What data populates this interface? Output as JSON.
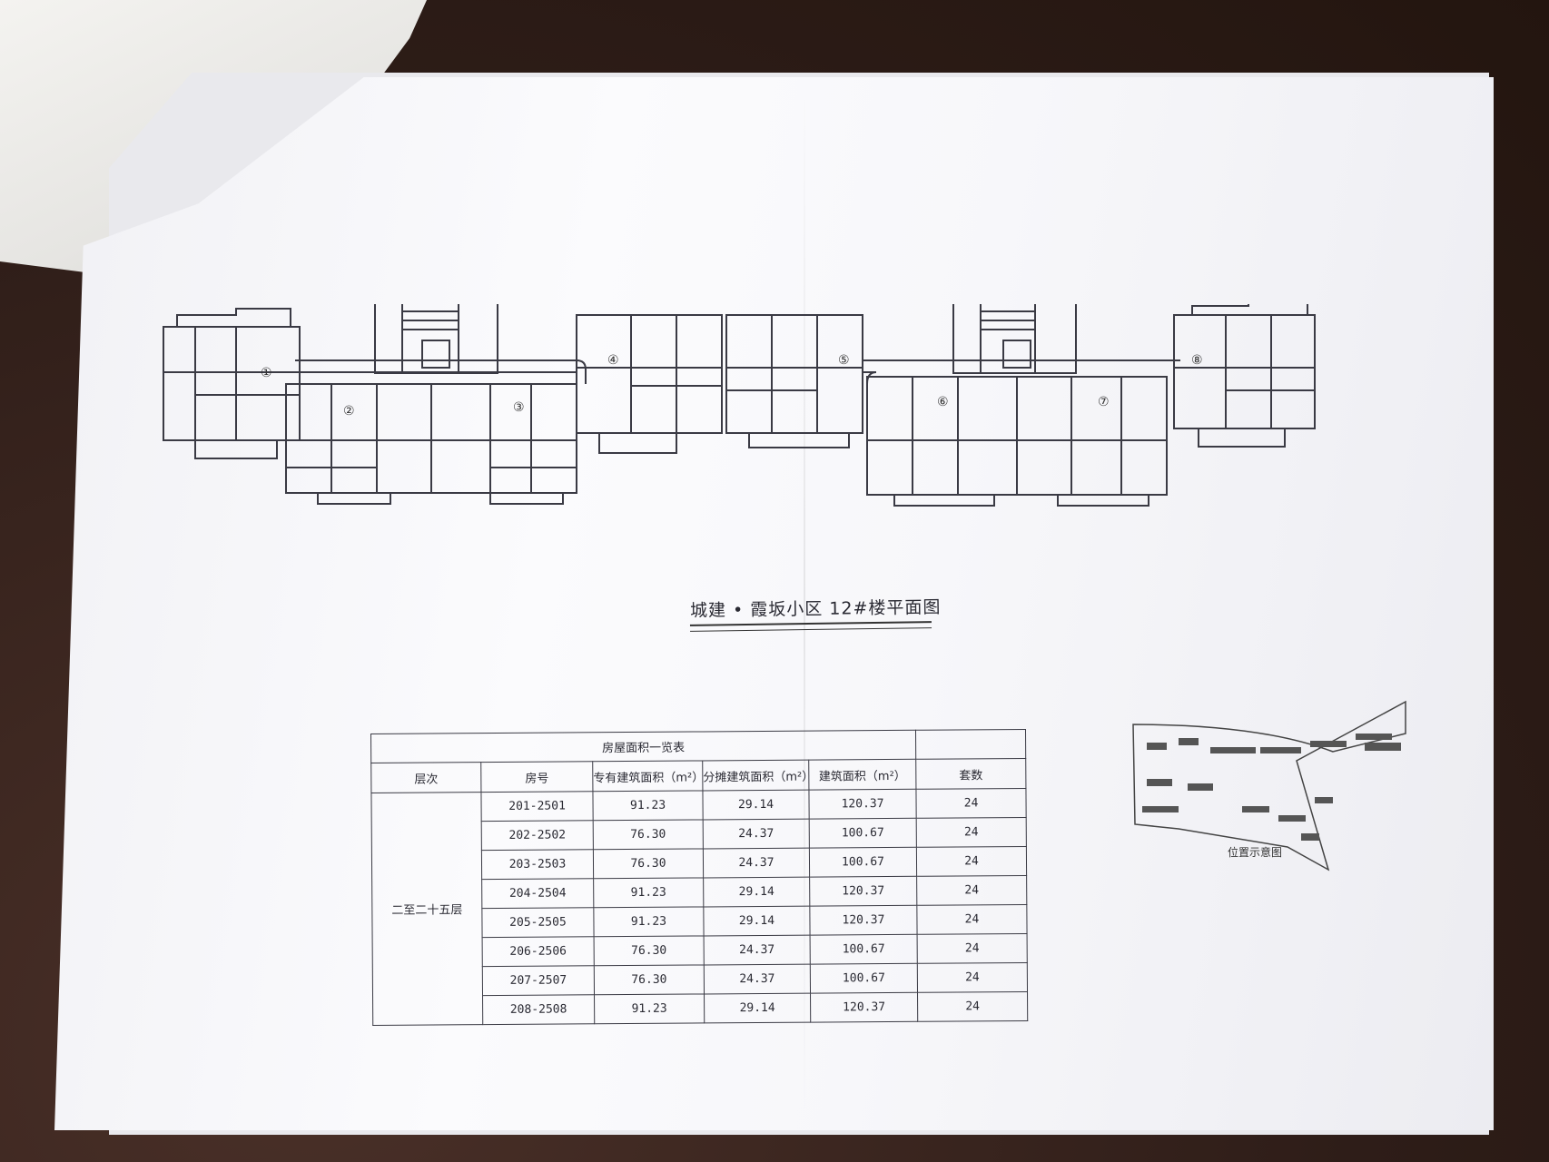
{
  "title": "城建 • 霞坂小区 12#楼平面图",
  "plan": {
    "unit_markers": [
      "①",
      "②",
      "③",
      "④",
      "⑤",
      "⑥",
      "⑦",
      "⑧"
    ]
  },
  "table": {
    "caption": "房屋面积一览表",
    "headers": [
      "层次",
      "房号",
      "专有建筑面积（m²）",
      "分摊建筑面积（m²）",
      "建筑面积（m²）",
      "套数"
    ],
    "floor_label": "二至二十五层",
    "rows": [
      {
        "room": "201-2501",
        "own": "91.23",
        "shared": "29.14",
        "total": "120.37",
        "count": "24"
      },
      {
        "room": "202-2502",
        "own": "76.30",
        "shared": "24.37",
        "total": "100.67",
        "count": "24"
      },
      {
        "room": "203-2503",
        "own": "76.30",
        "shared": "24.37",
        "total": "100.67",
        "count": "24"
      },
      {
        "room": "204-2504",
        "own": "91.23",
        "shared": "29.14",
        "total": "120.37",
        "count": "24"
      },
      {
        "room": "205-2505",
        "own": "91.23",
        "shared": "29.14",
        "total": "120.37",
        "count": "24"
      },
      {
        "room": "206-2506",
        "own": "76.30",
        "shared": "24.37",
        "total": "100.67",
        "count": "24"
      },
      {
        "room": "207-2507",
        "own": "76.30",
        "shared": "24.37",
        "total": "100.67",
        "count": "24"
      },
      {
        "room": "208-2508",
        "own": "91.23",
        "shared": "29.14",
        "total": "120.37",
        "count": "24"
      }
    ]
  },
  "location": {
    "label": "位置示意图"
  }
}
